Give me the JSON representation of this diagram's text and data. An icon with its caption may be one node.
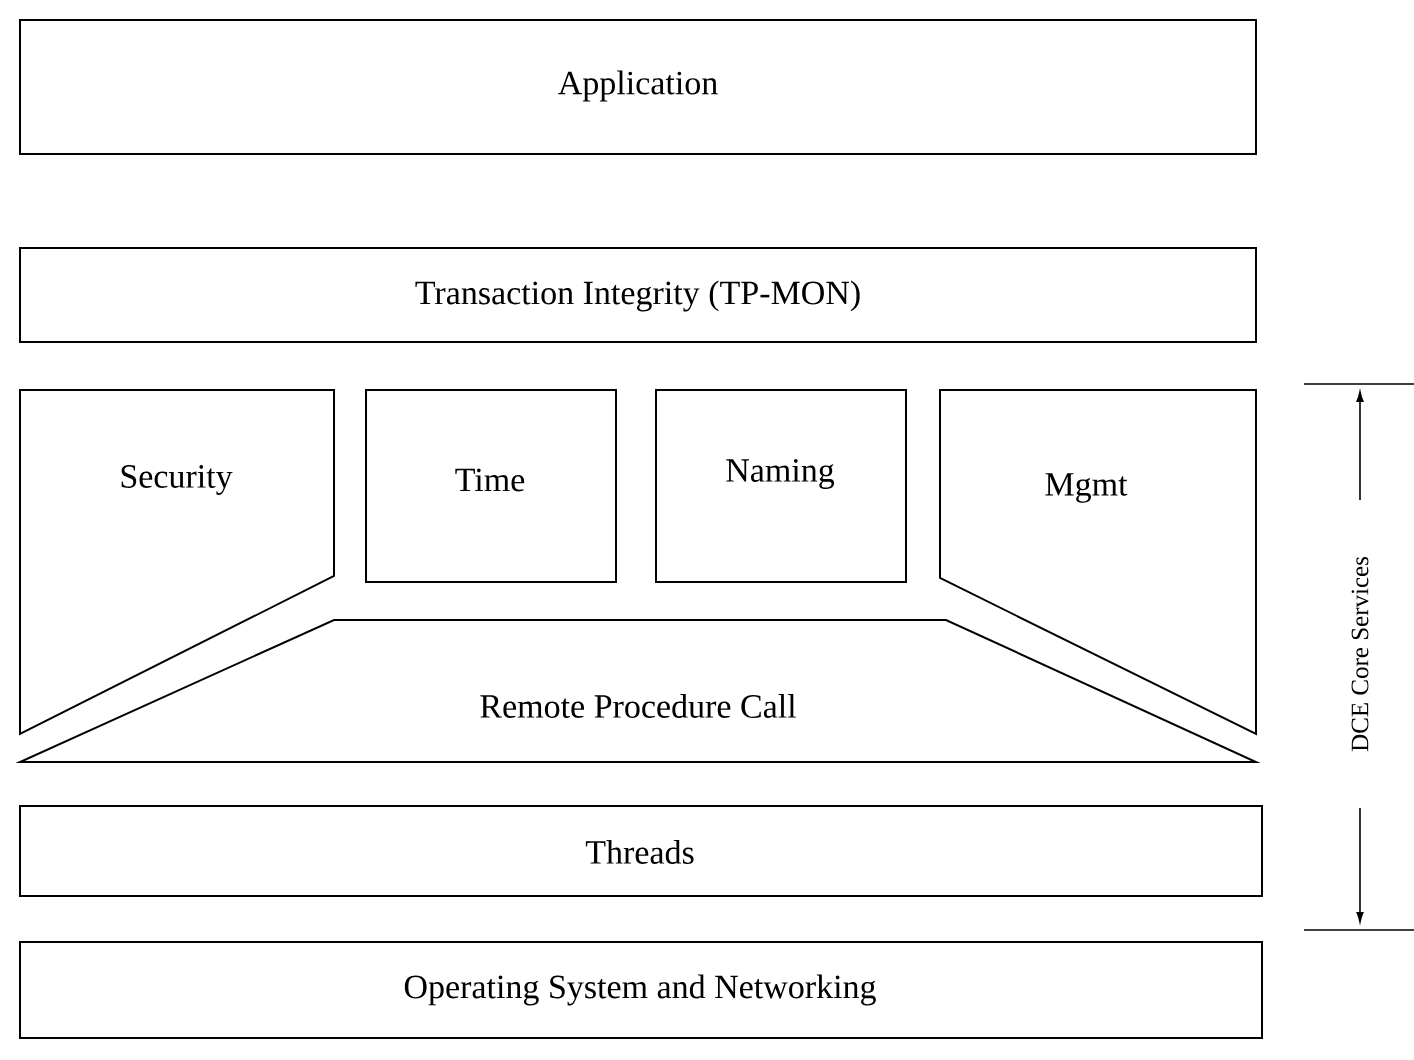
{
  "diagram": {
    "nodes": [
      {
        "text": [
          "Application"
        ]
      },
      {
        "text": [
          "Transaction Integrity (TP-MON)"
        ]
      },
      {
        "text": [
          "Security"
        ]
      },
      {
        "text": [
          "Time"
        ]
      },
      {
        "text": [
          "Naming"
        ]
      },
      {
        "text": [
          "Mgmt"
        ]
      },
      {
        "text": [
          "Remote Procedure Call"
        ]
      },
      {
        "text": [
          "Threads"
        ]
      },
      {
        "text": [
          "Operating System and Networking"
        ]
      }
    ],
    "labels": [
      "DCE Core Services"
    ]
  }
}
